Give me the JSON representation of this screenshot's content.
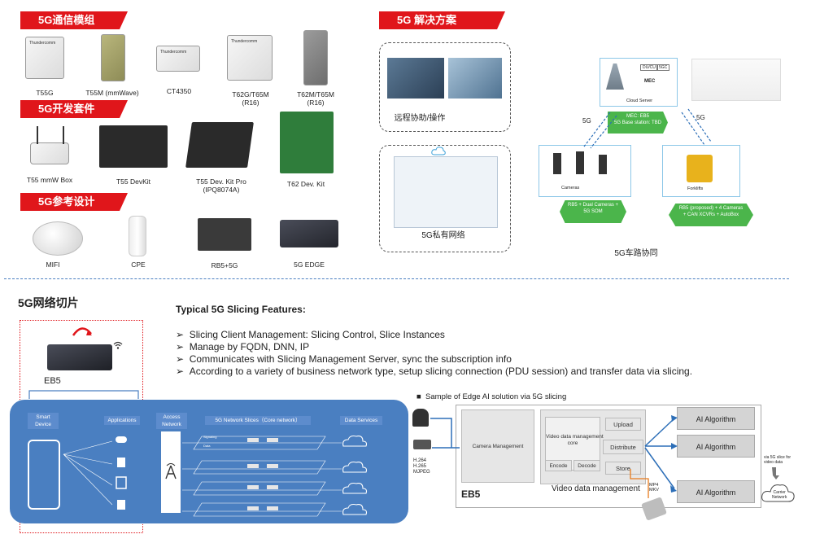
{
  "sections": {
    "modules": "5G通信模组",
    "devkits": "5G开发套件",
    "refdesign": "5G参考设计",
    "solutions": "5G 解决方案",
    "slicing": "5G网络切片"
  },
  "modules": [
    "T55G",
    "T55M (mmWave)",
    "CT4350",
    "T62G/T65M\n(R16)",
    "T62M/T65M\n(R16)"
  ],
  "module_labels": [
    "Thundercomm",
    "Thundercomm",
    "Thundercomm"
  ],
  "devkits": [
    "T55 mmW Box",
    "T55 DevKit",
    "T55 Dev. Kit Pro\n(IPQ8074A)",
    "T62 Dev. Kit"
  ],
  "refdesigns": [
    "MIFI",
    "CPE",
    "RB5+5G",
    "5G EDGE"
  ],
  "solutions": {
    "remote": "远程协助/操作",
    "private": "5G私有网络",
    "v2x": "5G车路协同",
    "cloud_server": "Cloud Server",
    "mec": "MEC",
    "du_cu": "DU/CU",
    "sgc": "5GC",
    "mec_label": "MEC: EB5\n5G Base station: TBD",
    "cameras": "Cameras",
    "forklifts": "Forklifts",
    "rb5_cam": "RB5 + Dual Cameras +\n5G SOM",
    "rb5_fork": "RB5 (proposed) + 4 Cameras\n+ CAN XCVRs + AutoBox",
    "link_5g_left": "5G",
    "link_5g_right": "5G"
  },
  "slicing": {
    "heading": "Typical 5G Slicing Features:",
    "bullets": [
      "Slicing Client Management: Slicing Control, Slice Instances",
      "Manage by FQDN, DNN, IP",
      "Communicates with Slicing Management Server, sync the subscription info",
      "According to a variety of business network type, setup slicing connection (PDU session) and transfer data via slicing."
    ],
    "eb5": "EB5",
    "cols": [
      "Smart\nDevice",
      "Applications",
      "Access\nNetwork",
      "5G Network Slices（Core network）",
      "Data Services"
    ],
    "slice_rows": [
      "Signaling",
      "Data"
    ],
    "sample_title": "Sample of Edge AI solution via 5G slicing",
    "codecs": "H.264\nH.265\nMJPEG",
    "camera_mgmt": "Camera Management",
    "vdm_core": "Video data management\ncore",
    "upload": "Upload",
    "distribute": "Distribute",
    "store": "Store",
    "encode": "Encode",
    "decode": "Decode",
    "vdm": "Video data management",
    "eb5_label": "EB5",
    "ai": [
      "AI Algorithm",
      "AI Algorithm",
      "AI Algorithm"
    ],
    "mp4": "MP4\nMKV",
    "slice_note": "via 5G slice for\nvideo data",
    "carrier": "Carrier\nNetwork"
  }
}
